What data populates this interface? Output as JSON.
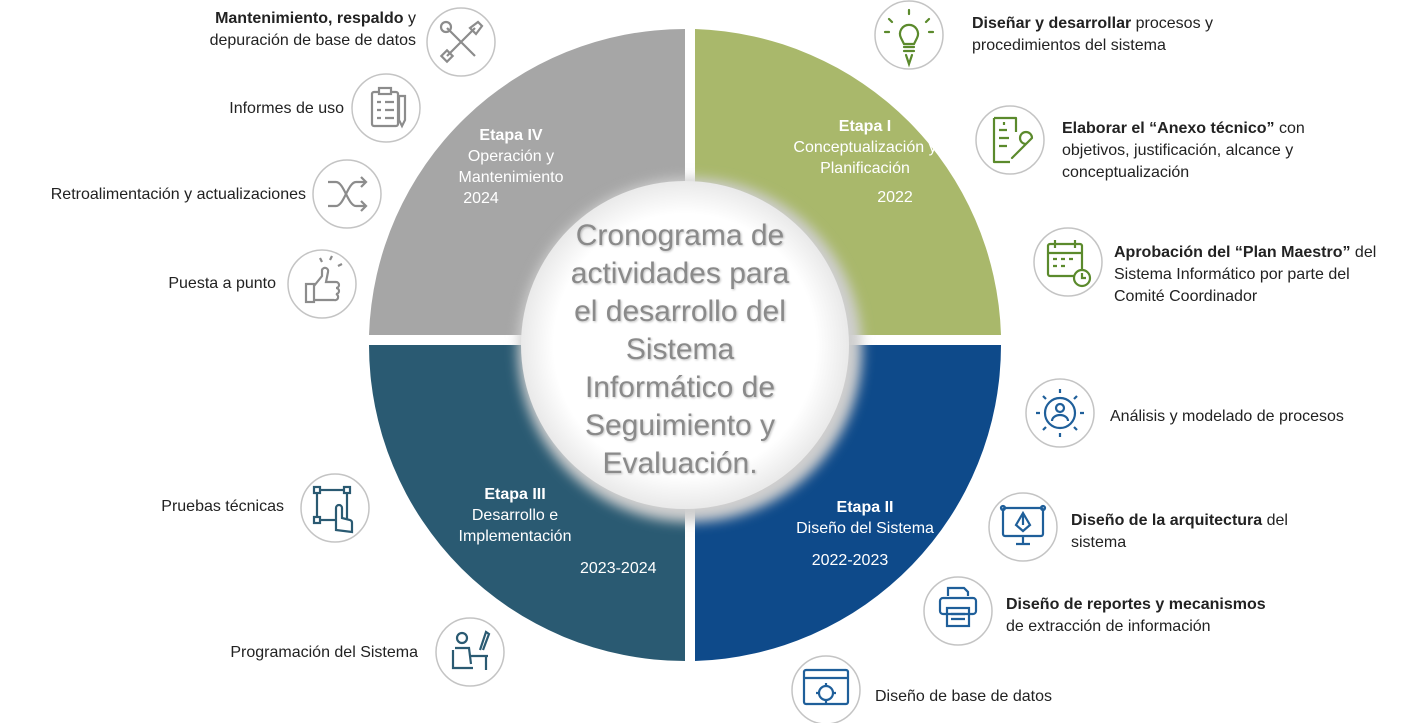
{
  "center_title": "Cronograma de actividades para el desarrollo del Sistema Informático de Seguimiento y Evaluación.",
  "stages": {
    "s1": {
      "title": "Etapa I",
      "line1": "Conceptualización y",
      "line2": "Planificación",
      "year": "2022",
      "color": "#a9b86b"
    },
    "s2": {
      "title": "Etapa II",
      "line1": "Diseño del Sistema",
      "year": "2022-2023",
      "color": "#0e4a8a"
    },
    "s3": {
      "title": "Etapa III",
      "line1": "Desarrollo e",
      "line2": "Implementación",
      "year": "2023-2024",
      "color": "#2a5a72"
    },
    "s4": {
      "title": "Etapa IV",
      "line1": "Operación y",
      "line2": "Mantenimiento",
      "year": "2024",
      "color": "#a6a6a6"
    }
  },
  "activities": {
    "a_disenar": {
      "bold": "Diseñar y desarrollar",
      "rest": " procesos y",
      "line2": "procedimientos del sistema",
      "icon": "lightbulb-pen-icon"
    },
    "a_anexo": {
      "bold": "Elaborar el “Anexo técnico”",
      "rest": " con",
      "line2": "objetivos, justificación, alcance y",
      "line3": "conceptualización",
      "icon": "document-wrench-icon"
    },
    "a_plan": {
      "bold": "Aprobación del “Plan Maestro”",
      "rest": " del",
      "line2": "Sistema Informático por parte del",
      "line3": "Comité Coordinador",
      "icon": "calendar-clock-icon"
    },
    "a_analisis": {
      "text": "Análisis y modelado de procesos",
      "icon": "gear-user-icon"
    },
    "a_arquitectura": {
      "bold": "Diseño de la arquitectura",
      "rest": " del",
      "line2": "sistema",
      "icon": "design-monitor-icon"
    },
    "a_reportes": {
      "bold": "Diseño de reportes y mecanismos",
      "line2": "de extracción de información",
      "icon": "printer-icon"
    },
    "a_bd": {
      "text": "Diseño de base de datos",
      "icon": "browser-gear-icon"
    },
    "a_programacion": {
      "text": "Programación del Sistema",
      "icon": "person-desk-icon"
    },
    "a_pruebas": {
      "text": "Pruebas técnicas",
      "icon": "touch-frame-icon"
    },
    "a_puesta": {
      "text": "Puesta a punto",
      "icon": "thumbs-up-icon"
    },
    "a_retro": {
      "text": "Retroalimentación y actualizaciones",
      "icon": "shuffle-icon"
    },
    "a_informes": {
      "text": "Informes de uso",
      "icon": "clipboard-list-icon"
    },
    "a_mant": {
      "bold": "Mantenimiento, respaldo",
      "rest": " y",
      "line2": "depuración de base de datos",
      "icon": "tools-icon"
    }
  }
}
